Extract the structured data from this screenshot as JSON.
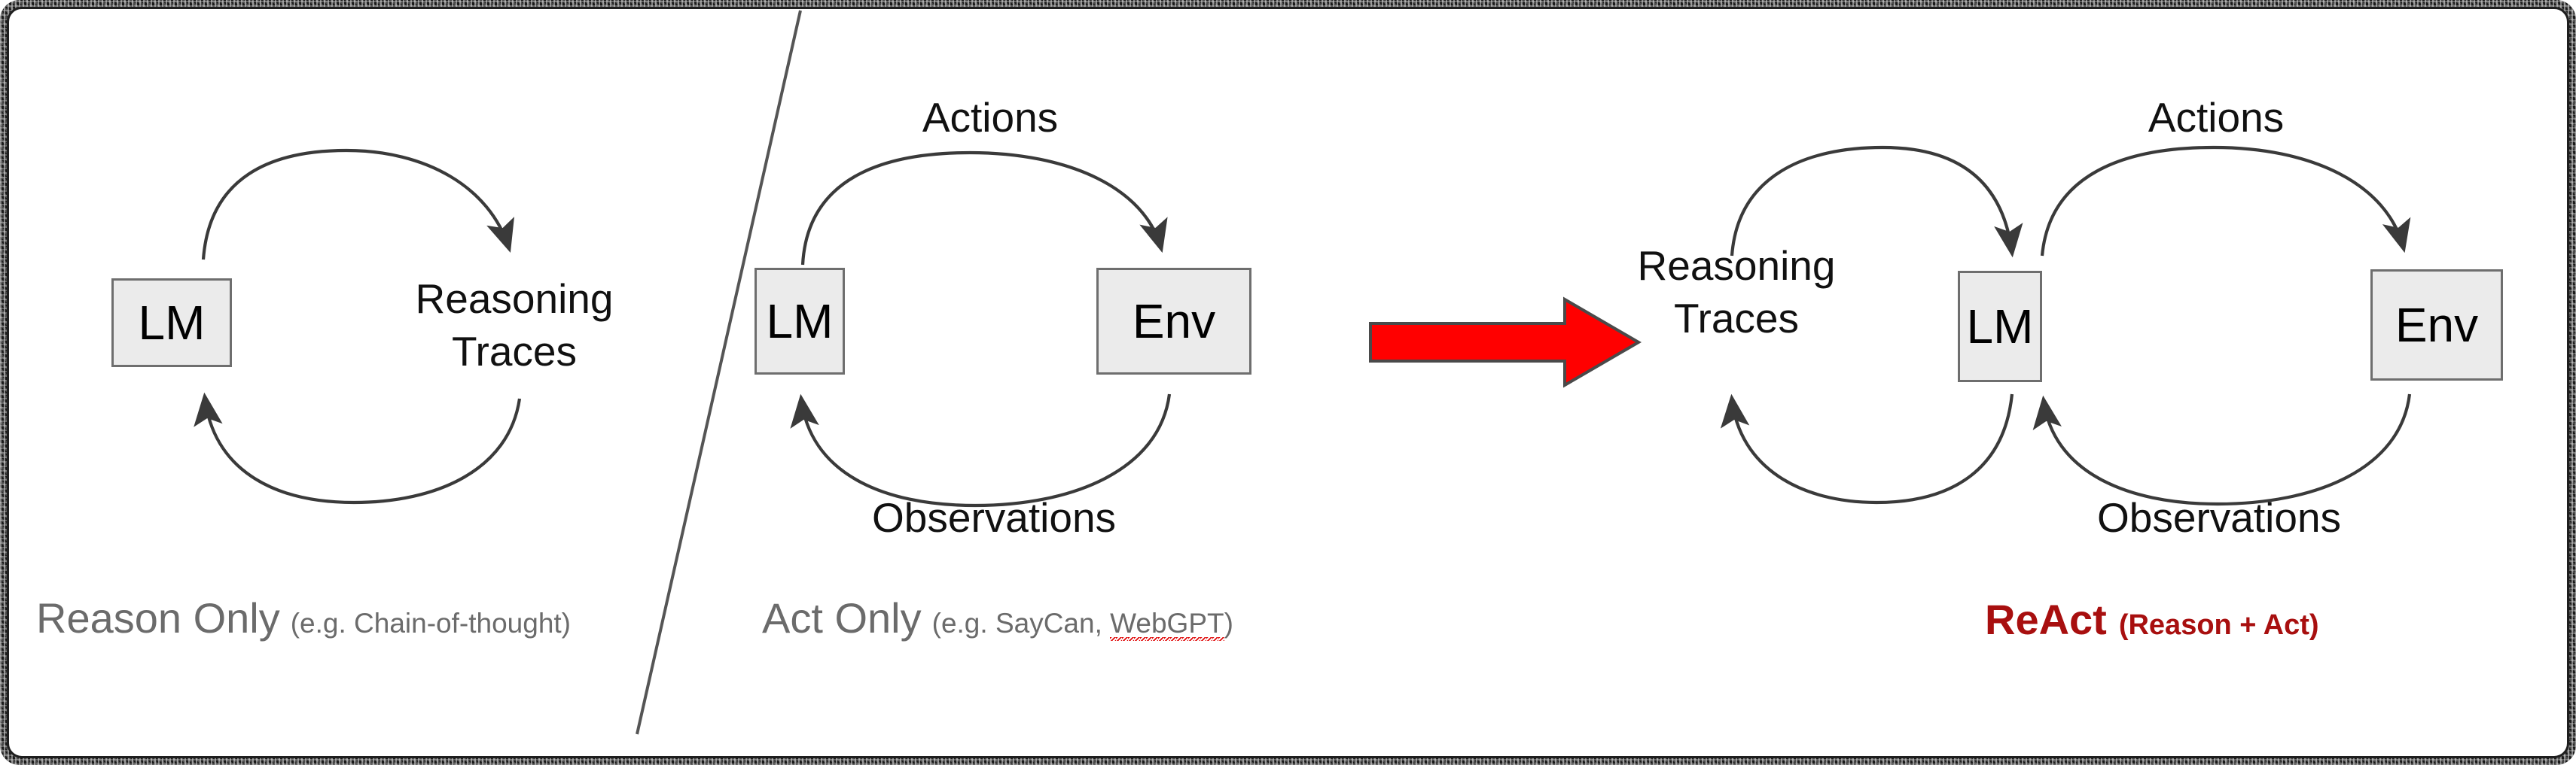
{
  "figure": {
    "title_semantic": "ReAct paradigm comparison diagram",
    "background": "#ffffff",
    "frame_color": "#1e1e1e",
    "node_fill": "#ebebeb",
    "node_stroke": "#6e6e6e",
    "arrow_stroke": "#3a3a3a",
    "red_accent": "#ff0000",
    "red_text": "#a80f0f",
    "caption_gray": "#6b6b6b"
  },
  "panels": [
    {
      "id": "reason-only",
      "caption_main": "Reason Only",
      "caption_sub": "(e.g. Chain-of-thought)",
      "caption_color": "#6b6b6b",
      "nodes": [
        {
          "id": "lm",
          "label": "LM"
        }
      ],
      "loop_labels": [
        {
          "id": "reasoning-traces",
          "line1": "Reasoning",
          "line2": "Traces"
        }
      ]
    },
    {
      "id": "act-only",
      "caption_main": "Act Only",
      "caption_sub": "(e.g. SayCan, WebGPT)",
      "caption_sub_plain": "(e.g. SayCan, ",
      "caption_sub_misspelled": "WebGPT",
      "caption_sub_tail": ")",
      "caption_color": "#6b6b6b",
      "spellcheck_underline": true,
      "nodes": [
        {
          "id": "lm",
          "label": "LM"
        },
        {
          "id": "env",
          "label": "Env"
        }
      ],
      "loop_labels": [
        {
          "id": "actions",
          "line1": "Actions"
        },
        {
          "id": "observations",
          "line1": "Observations"
        }
      ]
    },
    {
      "id": "react",
      "caption_main": "ReAct",
      "caption_sub": "(Reason + Act)",
      "caption_color": "#a80f0f",
      "nodes": [
        {
          "id": "lm",
          "label": "LM"
        },
        {
          "id": "env",
          "label": "Env"
        }
      ],
      "loop_labels": [
        {
          "id": "reasoning-traces",
          "line1": "Reasoning",
          "line2": "Traces"
        },
        {
          "id": "actions",
          "line1": "Actions"
        },
        {
          "id": "observations",
          "line1": "Observations"
        }
      ]
    }
  ],
  "transition_arrow": {
    "id": "red-transition-arrow",
    "color": "#ff0000",
    "direction": "right"
  },
  "divider": {
    "id": "diagonal-divider",
    "color": "#555555"
  }
}
